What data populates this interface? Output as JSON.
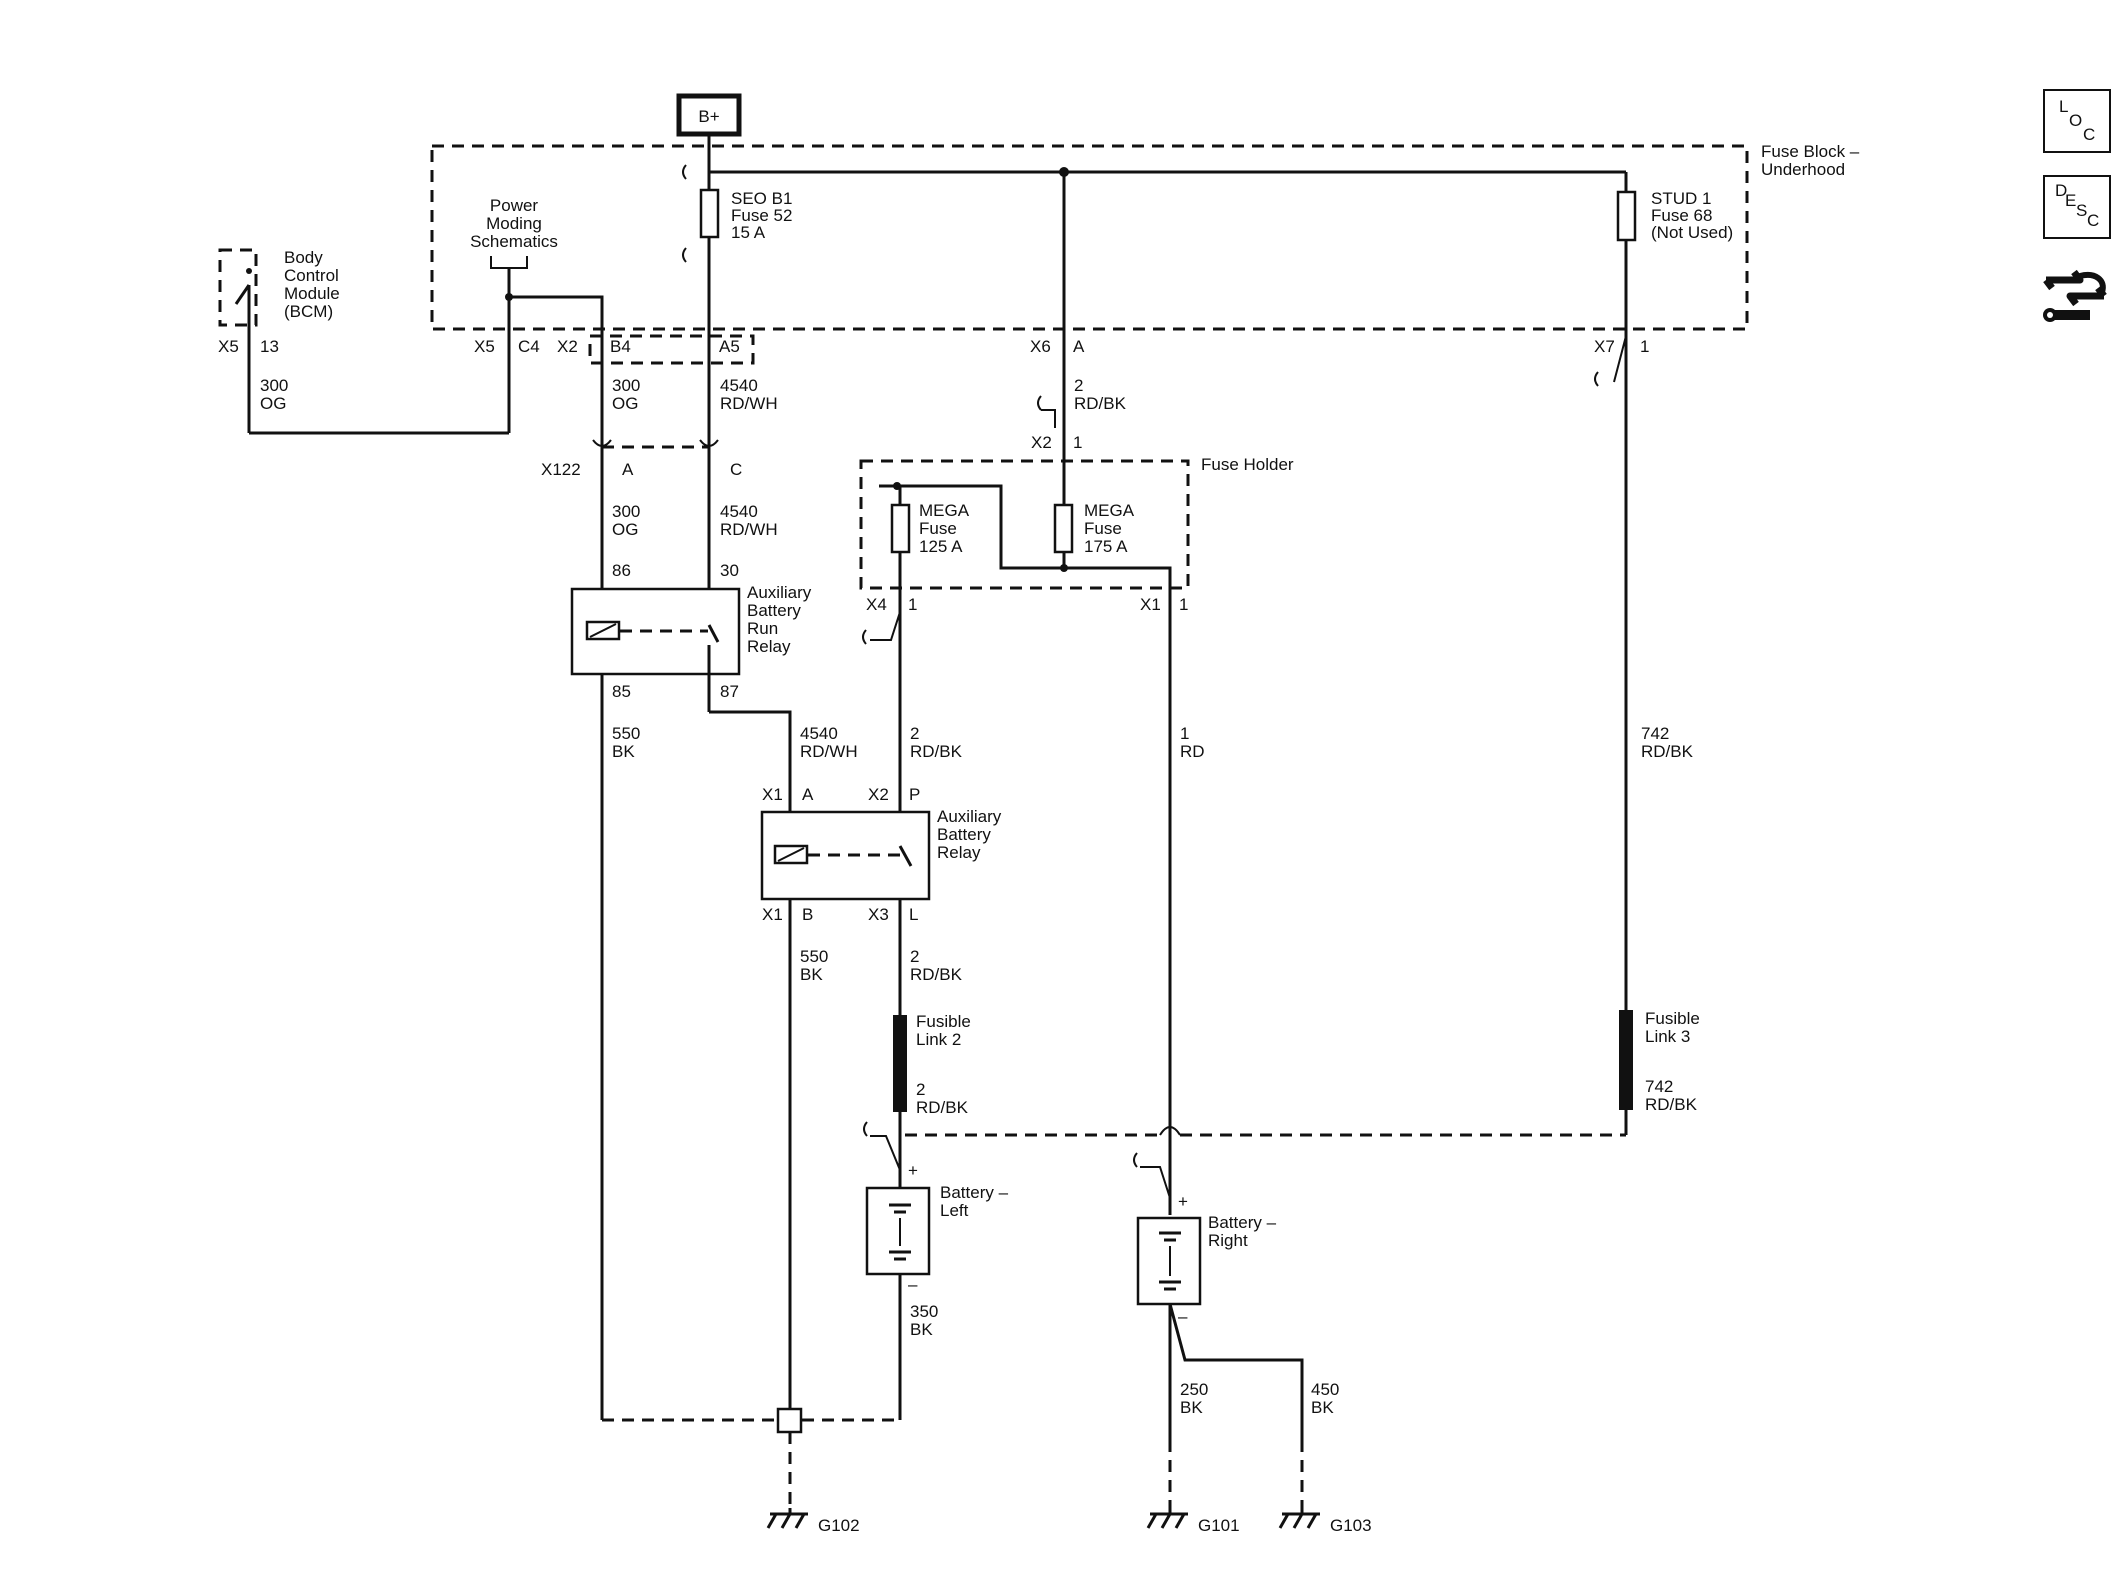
{
  "side_buttons": {
    "loc": [
      "L",
      "O",
      "C"
    ],
    "desc": [
      "D",
      "E",
      "S",
      "C"
    ]
  },
  "labels": {
    "bplus": "B+",
    "fuse_block": [
      "Fuse Block –",
      "Underhood"
    ],
    "power_moding": [
      "Power",
      "Moding",
      "Schematics"
    ],
    "bcm": [
      "Body",
      "Control",
      "Module",
      "(BCM)"
    ],
    "seo": [
      "SEO B1",
      "Fuse 52",
      "15 A"
    ],
    "stud": [
      "STUD 1",
      "Fuse 68",
      "(Not Used)"
    ],
    "fuse_holder": "Fuse Holder",
    "mega125": [
      "MEGA",
      "Fuse",
      "125 A"
    ],
    "mega175": [
      "MEGA",
      "Fuse",
      "175 A"
    ],
    "aux_run_relay": [
      "Auxiliary",
      "Battery",
      "Run",
      "Relay"
    ],
    "aux_relay": [
      "Auxiliary",
      "Battery",
      "Relay"
    ],
    "fusible2": [
      "Fusible",
      "Link 2"
    ],
    "fusible3": [
      "Fusible",
      "Link 3"
    ],
    "battery_left": [
      "Battery –",
      "Left"
    ],
    "battery_right": [
      "Battery –",
      "Right"
    ],
    "g102": "G102",
    "g101": "G101",
    "g103": "G103"
  },
  "connectors": {
    "x5_left": "X5",
    "pin13": "13",
    "x5": "X5",
    "c4": "C4",
    "x2": "X2",
    "b4": "B4",
    "a5": "A5",
    "x6": "X6",
    "a": "A",
    "x7": "X7",
    "pin1": "1",
    "x2b": "X2",
    "pin1b": "1",
    "x122": "X122",
    "x122a": "A",
    "x122c": "C",
    "r86": "86",
    "r30": "30",
    "r85": "85",
    "r87": "87",
    "x4": "X4",
    "x4pin": "1",
    "x1": "X1",
    "x1pin": "1",
    "x1a": "X1",
    "pa": "A",
    "x2p": "X2",
    "pp": "P",
    "x1b": "X1",
    "pb": "B",
    "x3": "X3",
    "pl": "L",
    "plus_left": "+",
    "minus_left": "–",
    "plus_right": "+",
    "minus_right": "–"
  },
  "wires": {
    "w300_og_bcm": [
      "300",
      "OG"
    ],
    "w300_og_b4": [
      "300",
      "OG"
    ],
    "w4540_a5": [
      "4540",
      "RD/WH"
    ],
    "w2_x6": [
      "2",
      "RD/BK"
    ],
    "w300_og_relay": [
      "300",
      "OG"
    ],
    "w4540_relay": [
      "4540",
      "RD/WH"
    ],
    "w550_85": [
      "550",
      "BK"
    ],
    "w4540_87": [
      "4540",
      "RD/WH"
    ],
    "w2_x4": [
      "2",
      "RD/BK"
    ],
    "w1_rd": [
      "1",
      "RD"
    ],
    "w742_top": [
      "742",
      "RD/BK"
    ],
    "w550_b": [
      "550",
      "BK"
    ],
    "w2_l": [
      "2",
      "RD/BK"
    ],
    "w2_fl2": [
      "2",
      "RD/BK"
    ],
    "w742_fl3": [
      "742",
      "RD/BK"
    ],
    "w350": [
      "350",
      "BK"
    ],
    "w250": [
      "250",
      "BK"
    ],
    "w450": [
      "450",
      "BK"
    ]
  }
}
